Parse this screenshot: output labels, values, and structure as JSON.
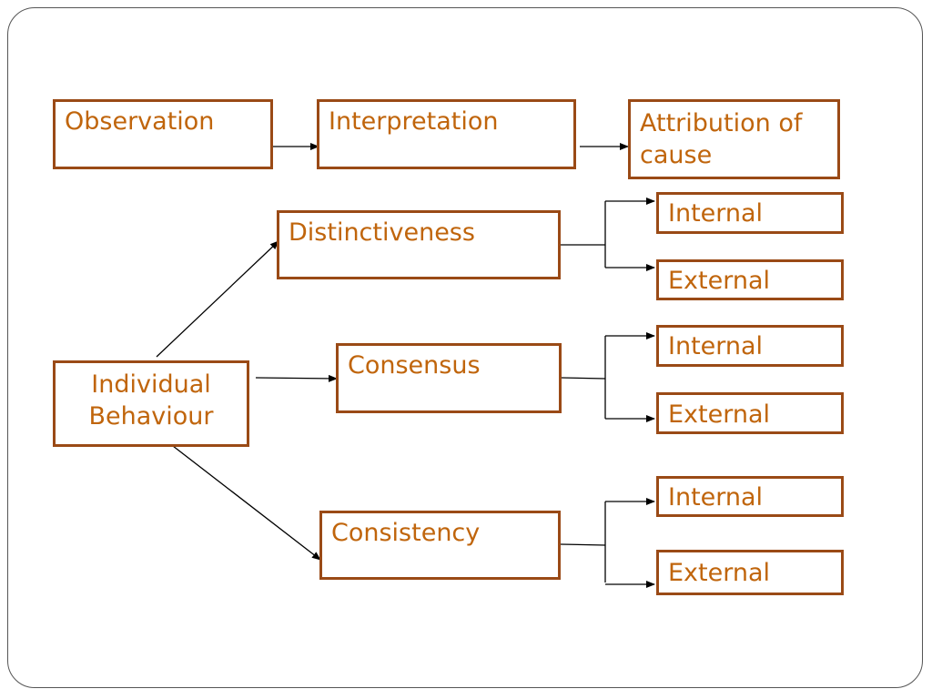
{
  "diagram": {
    "top_row": {
      "observation": "Observation",
      "interpretation": "Interpretation",
      "attribution": "Attribution of cause"
    },
    "source": "Individual Behaviour",
    "factors": {
      "distinctiveness": "Distinctiveness",
      "consensus": "Consensus",
      "consistency": "Consistency"
    },
    "outcomes": {
      "distinctiveness": {
        "internal": "Internal",
        "external": "External"
      },
      "consensus": {
        "internal": "Internal",
        "external": "External"
      },
      "consistency": {
        "internal": "Internal",
        "external": "External"
      }
    },
    "colors": {
      "box_border": "#9a4a16",
      "text": "#c0650c",
      "connector": "#000000",
      "frame": "#555555"
    }
  }
}
